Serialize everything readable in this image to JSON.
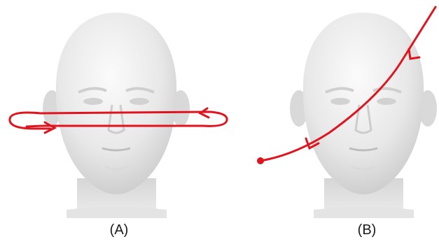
{
  "panels": [
    {
      "caption": "(A)",
      "rotation": "horizontal-loop"
    },
    {
      "caption": "(B)",
      "rotation": "diagonal-arc"
    }
  ],
  "colors": {
    "annotation": "#e0141e",
    "head_fill": "#e9e9e9",
    "head_shadow": "#cfcfcf",
    "background": "#ffffff"
  }
}
